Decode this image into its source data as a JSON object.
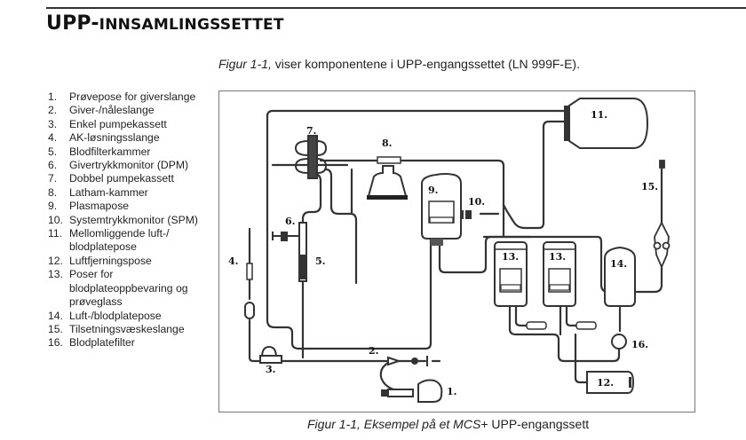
{
  "page": {
    "title_main": "UPP-",
    "title_rest": "INNSAMLINGSSETTET",
    "intro_italic": "Figur 1-1,",
    "intro_text": " viser komponentene i UPP-engangssettet (LN 999F-E)."
  },
  "legend": [
    {
      "num": "1.",
      "text": "Prøvepose for giverslange"
    },
    {
      "num": "2.",
      "text": "Giver-/nåleslange"
    },
    {
      "num": "3.",
      "text": "Enkel pumpekassett"
    },
    {
      "num": "4.",
      "text": "AK-løsningsslange"
    },
    {
      "num": "5.",
      "text": "Blodfilterkammer"
    },
    {
      "num": "6.",
      "text": "Givertrykkmonitor (DPM)"
    },
    {
      "num": "7.",
      "text": "Dobbel pumpekassett"
    },
    {
      "num": "8.",
      "text": "Latham-kammer"
    },
    {
      "num": "9.",
      "text": "Plasmapose"
    },
    {
      "num": "10.",
      "text": "Systemtrykkmonitor (SPM)"
    },
    {
      "num": "11.",
      "text": "Mellomliggende luft-/ blodplatepose"
    },
    {
      "num": "12.",
      "text": "Luftfjerningspose"
    },
    {
      "num": "13.",
      "text": "Poser for blodplateoppbevaring og prøveglass"
    },
    {
      "num": "14.",
      "text": "Luft-/blodplatepose"
    },
    {
      "num": "15.",
      "text": "Tilsetningsvæskeslange"
    },
    {
      "num": "16.",
      "text": "Blodplatefilter"
    }
  ],
  "figure": {
    "labels": {
      "l1": "1.",
      "l2": "2.",
      "l3": "3.",
      "l4": "4.",
      "l5": "5.",
      "l6": "6.",
      "l7": "7.",
      "l8": "8.",
      "l9": "9.",
      "l10": "10.",
      "l11": "11.",
      "l12": "12.",
      "l13a": "13.",
      "l13b": "13.",
      "l14": "14.",
      "l15": "15.",
      "l16": "16."
    },
    "caption_italic": "Figur 1-1, Eksempel på et MCS+",
    "caption_text": " UPP-engangssett"
  }
}
